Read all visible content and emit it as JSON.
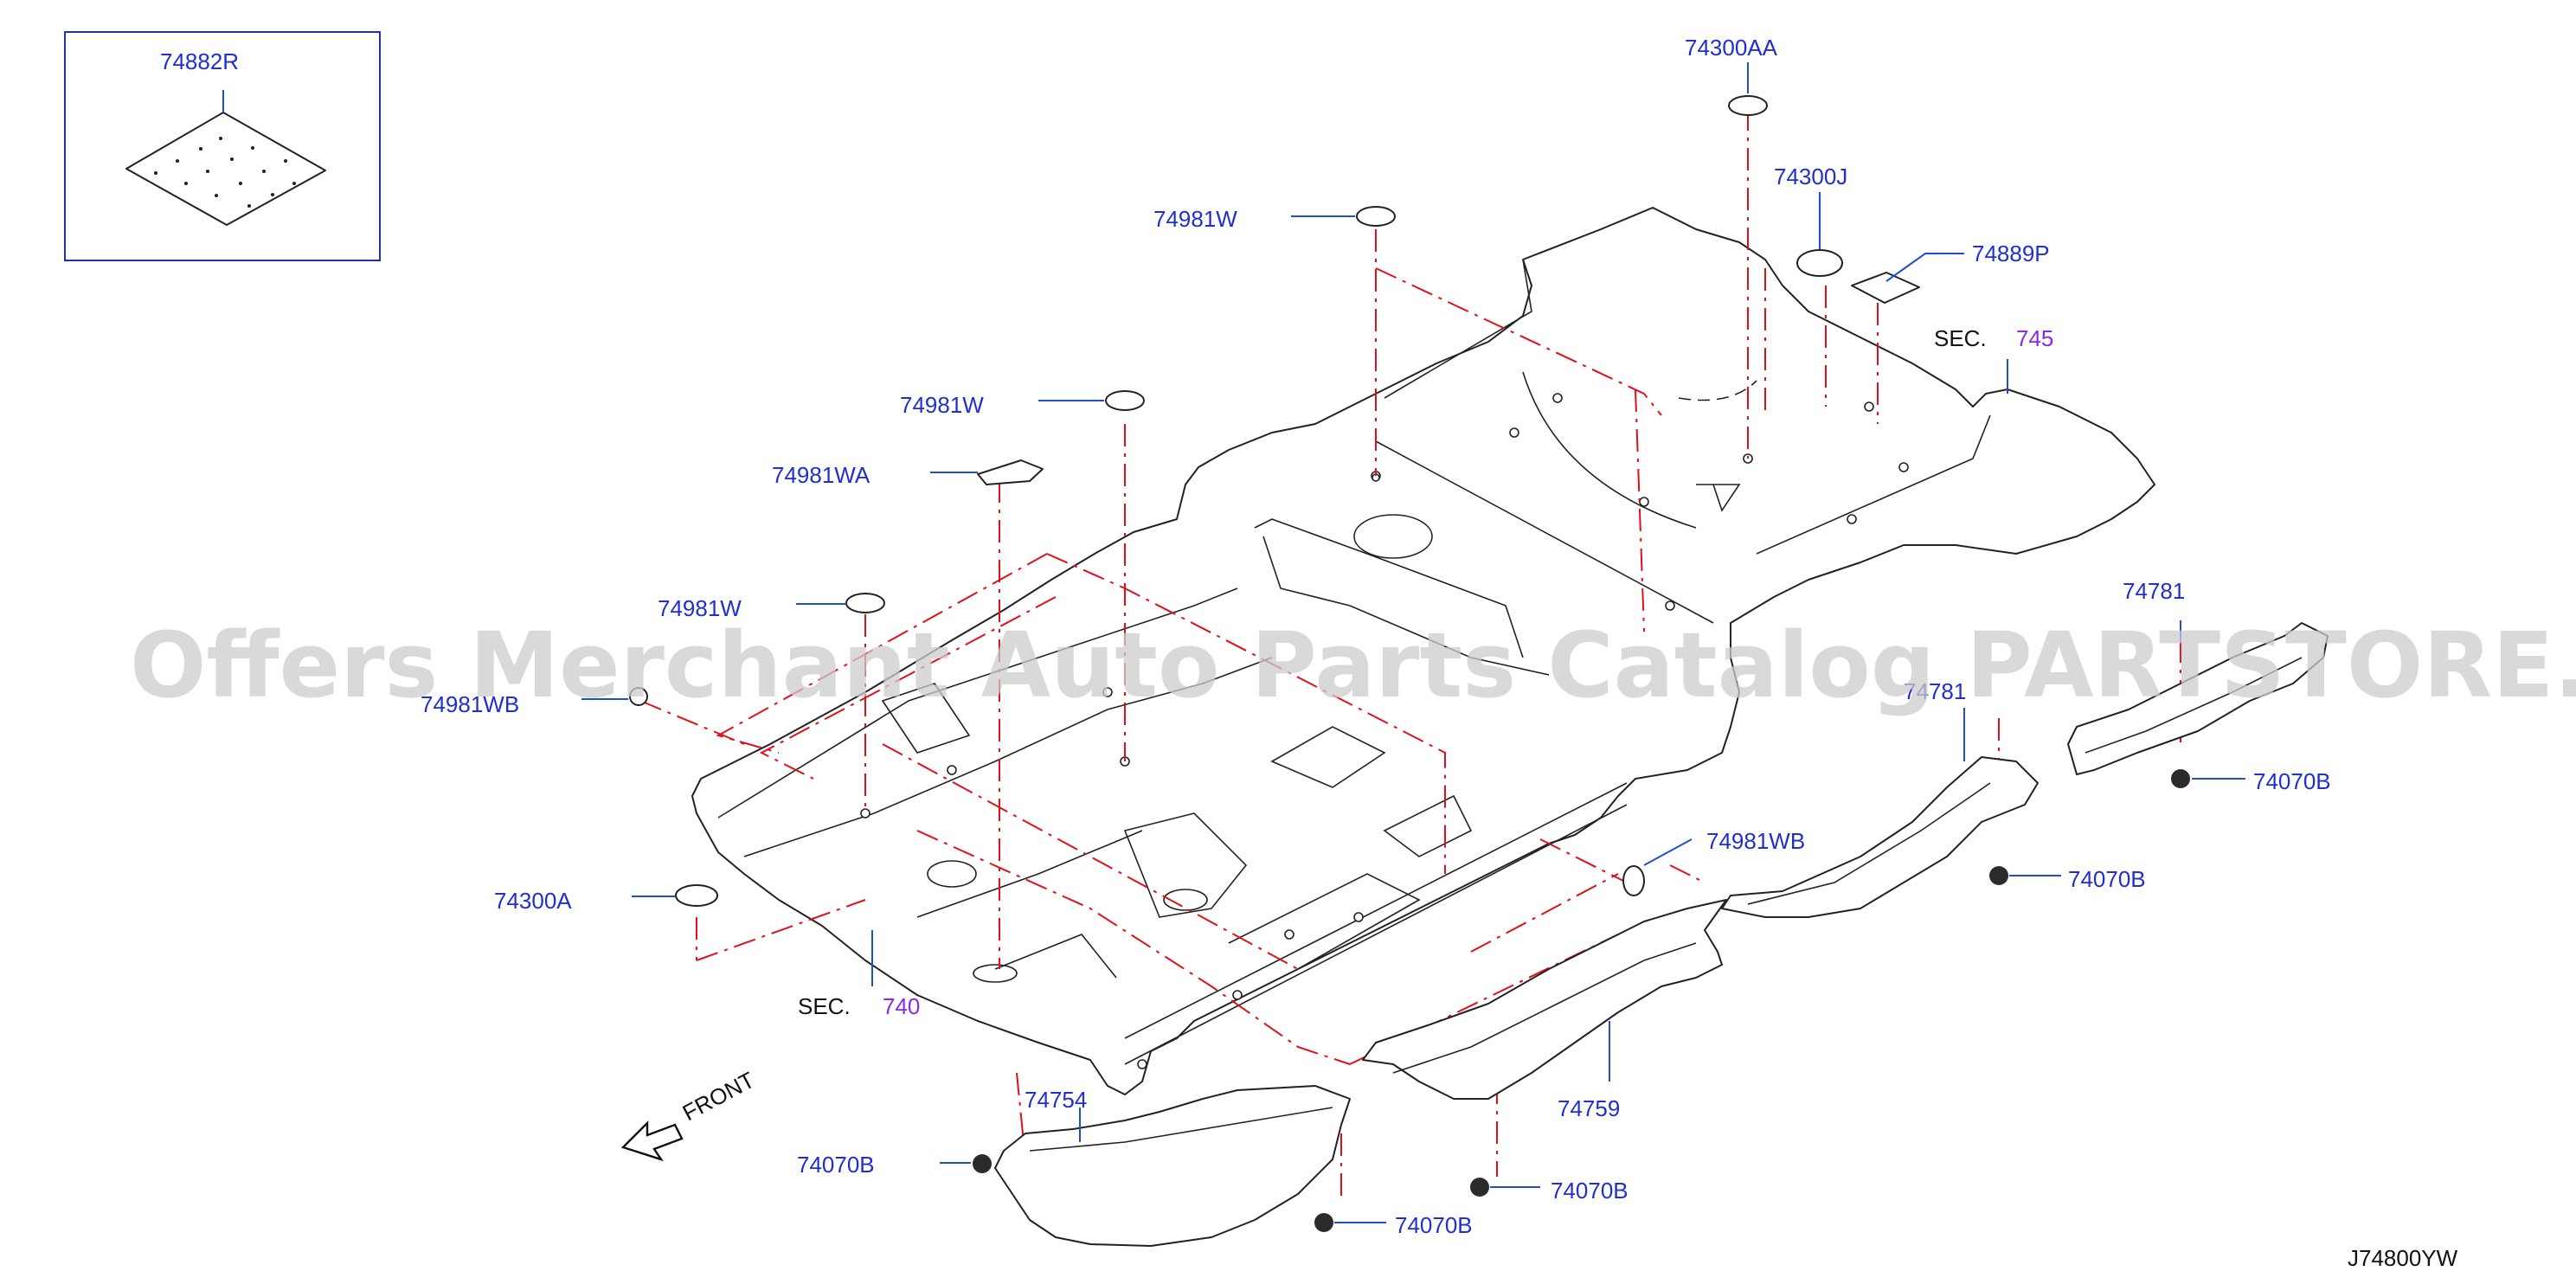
{
  "diagram": {
    "drawing_number": "J74800YW",
    "front_label": "FRONT",
    "watermark": "Offers Merchant Auto Parts Catalog PARTSTORE.SA",
    "inset_part": "74882R",
    "sections": [
      {
        "prefix": "SEC.",
        "number": "745"
      },
      {
        "prefix": "SEC.",
        "number": "740"
      }
    ],
    "callouts": {
      "c_74300AA": "74300AA",
      "c_74300J": "74300J",
      "c_74889P": "74889P",
      "c_74981W_top": "74981W",
      "c_74981W_mid": "74981W",
      "c_74981WA": "74981WA",
      "c_74981W_left": "74981W",
      "c_74981WB_left": "74981WB",
      "c_74300A": "74300A",
      "c_74981WB_right": "74981WB",
      "c_74781_upper": "74781",
      "c_74781_lower": "74781",
      "c_74070B_1": "74070B",
      "c_74070B_2": "74070B",
      "c_74754": "74754",
      "c_74759": "74759",
      "c_74070B_3": "74070B",
      "c_74070B_4": "74070B",
      "c_74070B_5": "74070B"
    },
    "colors": {
      "label": "#1f2fd1",
      "section_number": "#8a2be2",
      "centerline": "#e0101a",
      "outline": "#222222"
    }
  }
}
